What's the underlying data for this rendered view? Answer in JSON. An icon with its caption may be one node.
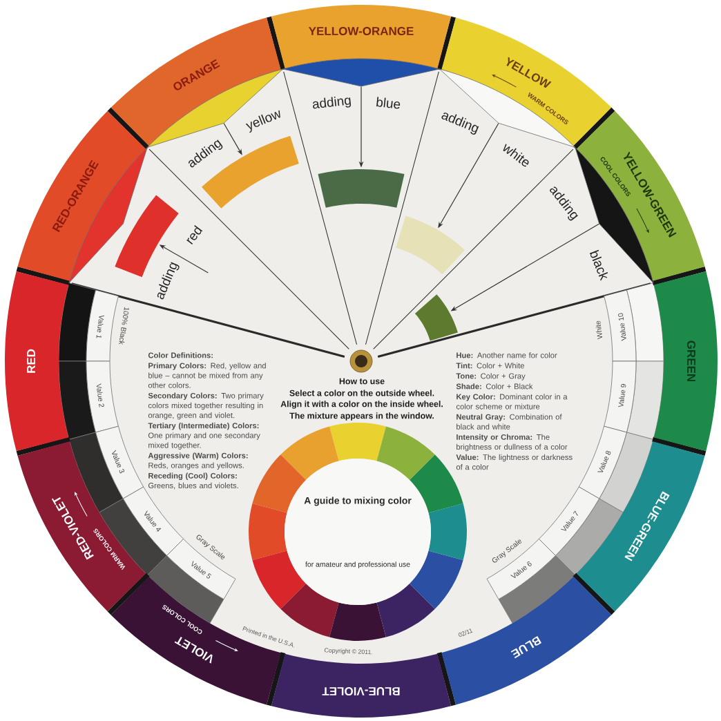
{
  "diagram": {
    "nodes": [
      {
        "text": [
          "YELLOW-ORANGE"
        ]
      },
      {
        "text": [
          "YELLOW",
          "WARM COLORS"
        ]
      },
      {
        "text": [
          "YELLOW-GREEN",
          "COOL COLORS"
        ]
      },
      {
        "text": [
          "GREEN"
        ]
      },
      {
        "text": [
          "BLUE-GREEN"
        ]
      },
      {
        "text": [
          "BLUE"
        ]
      },
      {
        "text": [
          "BLUE-VIOLET"
        ]
      },
      {
        "text": [
          "VIOLET",
          "COOL COLORS"
        ]
      },
      {
        "text": [
          "RED-VIOLET",
          "WARM COLORS"
        ]
      },
      {
        "text": [
          "RED"
        ]
      },
      {
        "text": [
          "RED-ORANGE"
        ]
      },
      {
        "text": [
          "ORANGE"
        ]
      },
      {
        "text": [],
        "shape": "triangle"
      },
      {
        "text": [],
        "shape": "bar"
      },
      {
        "text": [],
        "shape": "triangle"
      },
      {
        "text": [],
        "shape": "bar"
      },
      {
        "text": [],
        "shape": "triangle"
      },
      {
        "text": [],
        "shape": "bar"
      },
      {
        "text": [],
        "shape": "triangle"
      },
      {
        "text": [],
        "shape": "bar"
      },
      {
        "text": [],
        "shape": "triangle"
      },
      {
        "text": [],
        "shape": "bar"
      }
    ],
    "edges": [
      {
        "from": null,
        "to": 13,
        "arrow": "to"
      },
      {
        "from": 14,
        "to": 15,
        "arrow": "to"
      },
      {
        "from": 16,
        "to": 17,
        "arrow": "to"
      },
      {
        "from": 18,
        "to": 19,
        "arrow": "to"
      },
      {
        "from": 20,
        "to": 21,
        "arrow": "to"
      }
    ],
    "labels": [
      "adding",
      "red",
      "adding",
      "yellow",
      "adding",
      "blue",
      "adding",
      "white",
      "adding",
      "black",
      "100% Black",
      "Value 1",
      "Value 2",
      "Value 3",
      "Value 4",
      "Value 5",
      "Gray Scale",
      "Color Definitions:",
      "**Primary Colors:** Red, yellow and blue – cannot be mixed from any other colors.",
      "**Secondary Colors:** Two primary colors mixed together resulting in orange, green and violet.",
      "**Tertiary (Intermediate) Colors:** One primary and one secondary mixed together.",
      "**Aggressive (Warm) Colors:** Reds, oranges and yellows.",
      "**Receding (Cool) Colors:** Greens, blues and violets.",
      "How to use",
      "Select a color on the outside wheel.",
      "Align it with a color on the inside wheel.",
      "The mixture appears in the window.",
      "**Hue:** Another name for color",
      "**Tint:** Color + White",
      "**Tone:** Color + Gray",
      "**Shade:** Color + Black",
      "**Key Color:** Dominant color in a color scheme or mixture",
      "**Neutral Gray:** Combination of black and white",
      "**Intensity or Chroma:** The brightness or dullness of a color",
      "**Value:** The lightness or darkness of a color",
      "White",
      "Value 10",
      "Value 9",
      "Value 8",
      "Value 7",
      "Value 6",
      "Gray Scale",
      "A guide to mixing color",
      "for amateur and professional use",
      "Printed in the U.S.A.",
      "Copyright © 2011.",
      "02/11"
    ]
  }
}
